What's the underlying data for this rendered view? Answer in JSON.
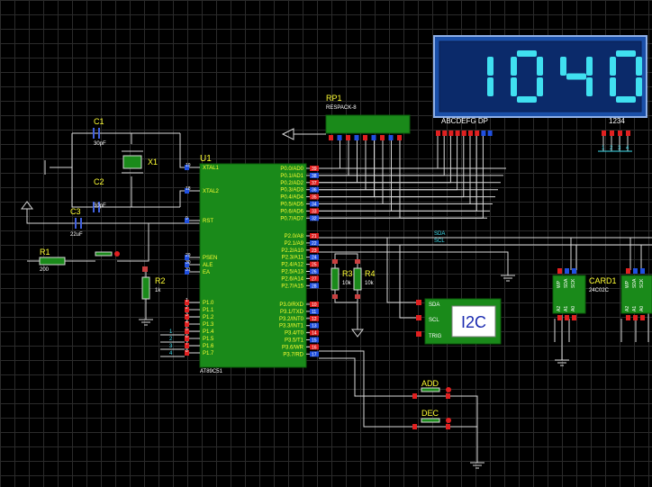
{
  "colors": {
    "background": "#000000",
    "grid": "#2b2b2b",
    "wire": "#d8d8d8",
    "component_body": "#1a8a1a",
    "label_yellow": "#ffff33",
    "lcd_frame": "#1a4fa8",
    "lcd_digit": "#40e0f0",
    "pin_red": "#e02020",
    "pin_blue": "#2050e0"
  },
  "display": {
    "digits": "1040",
    "segments_label": "ABCDEFG  DP",
    "digits_label": "1234",
    "pin_labels": [
      "1",
      "2",
      "3",
      "4"
    ]
  },
  "mcu": {
    "ref": "U1",
    "part": "AT89C51",
    "left_pins": [
      {
        "num": "19",
        "name": "XTAL1"
      },
      {
        "num": "18",
        "name": "XTAL2"
      },
      {
        "num": "9",
        "name": "RST"
      },
      {
        "num": "29",
        "name": "PSEN"
      },
      {
        "num": "30",
        "name": "ALE"
      },
      {
        "num": "31",
        "name": "EA"
      },
      {
        "num": "1",
        "name": "P1.0"
      },
      {
        "num": "2",
        "name": "P1.1"
      },
      {
        "num": "3",
        "name": "P1.2"
      },
      {
        "num": "4",
        "name": "P1.3"
      },
      {
        "num": "5",
        "name": "P1.4"
      },
      {
        "num": "6",
        "name": "P1.5"
      },
      {
        "num": "7",
        "name": "P1.6"
      },
      {
        "num": "8",
        "name": "P1.7"
      }
    ],
    "right_pins": [
      {
        "num": "39",
        "name": "P0.0/AD0"
      },
      {
        "num": "38",
        "name": "P0.1/AD1"
      },
      {
        "num": "37",
        "name": "P0.2/AD2"
      },
      {
        "num": "36",
        "name": "P0.3/AD3"
      },
      {
        "num": "35",
        "name": "P0.4/AD4"
      },
      {
        "num": "34",
        "name": "P0.5/AD5"
      },
      {
        "num": "33",
        "name": "P0.6/AD6"
      },
      {
        "num": "32",
        "name": "P0.7/AD7"
      },
      {
        "num": "21",
        "name": "P2.0/A8"
      },
      {
        "num": "22",
        "name": "P2.1/A9"
      },
      {
        "num": "23",
        "name": "P2.2/A10"
      },
      {
        "num": "24",
        "name": "P2.3/A11"
      },
      {
        "num": "25",
        "name": "P2.4/A12"
      },
      {
        "num": "26",
        "name": "P2.5/A13"
      },
      {
        "num": "27",
        "name": "P2.6/A14"
      },
      {
        "num": "28",
        "name": "P2.7/A15"
      },
      {
        "num": "10",
        "name": "P3.0/RXD"
      },
      {
        "num": "11",
        "name": "P3.1/TXD"
      },
      {
        "num": "12",
        "name": "P3.2/INT0"
      },
      {
        "num": "13",
        "name": "P3.3/INT1"
      },
      {
        "num": "14",
        "name": "P3.4/T0"
      },
      {
        "num": "15",
        "name": "P3.5/T1"
      },
      {
        "num": "16",
        "name": "P3.6/WR"
      },
      {
        "num": "17",
        "name": "P3.7/RD"
      }
    ],
    "p1_wire_labels": [
      "1",
      "2",
      "3",
      "4"
    ]
  },
  "components": {
    "rp1": {
      "ref": "RP1",
      "value": "RESPACK-8"
    },
    "c1": {
      "ref": "C1",
      "value": "30pF"
    },
    "c2": {
      "ref": "C2",
      "value": "30pF"
    },
    "c3": {
      "ref": "C3",
      "value": "22uF"
    },
    "x1": {
      "ref": "X1"
    },
    "r1": {
      "ref": "R1",
      "value": "200"
    },
    "r2": {
      "ref": "R2",
      "value": "1k"
    },
    "r3": {
      "ref": "R3",
      "value": "10k"
    },
    "r4": {
      "ref": "R4",
      "value": "10k"
    },
    "i2c": {
      "title": "I2C",
      "pins": [
        "SDA",
        "SCL",
        "TRIG"
      ]
    },
    "card1": {
      "ref": "CARD1",
      "value": "24C02C",
      "pins": [
        "WP",
        "SDA",
        "SCK",
        "A0",
        "A1",
        "A2"
      ]
    },
    "add_button": {
      "label": "ADD"
    },
    "dec_button": {
      "label": "DEC"
    },
    "bus_labels": {
      "sda": "SDA",
      "scl": "SCL"
    }
  }
}
